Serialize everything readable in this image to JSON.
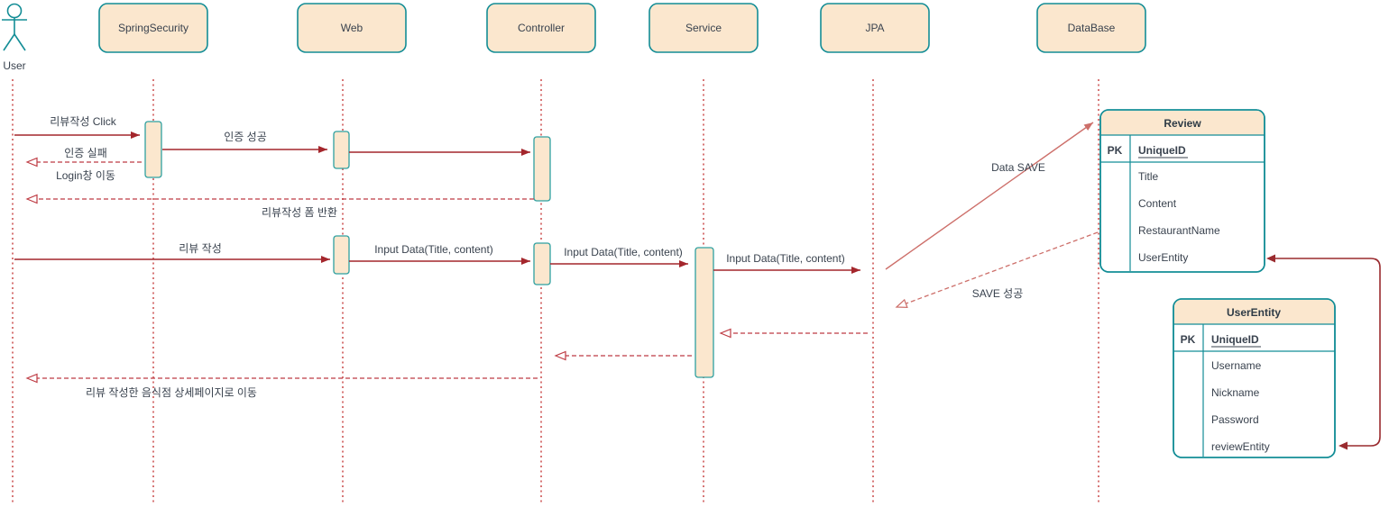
{
  "diagram": {
    "actor": {
      "label": "User"
    },
    "participants": [
      {
        "label": "SpringSecurity"
      },
      {
        "label": "Web"
      },
      {
        "label": "Controller"
      },
      {
        "label": "Service"
      },
      {
        "label": "JPA"
      },
      {
        "label": "DataBase"
      }
    ],
    "messages": {
      "review_click": "리뷰작성 Click",
      "auth_success": "인증 성공",
      "auth_fail": "인증 실패",
      "login_move": "Login창 이동",
      "form_return": "리뷰작성 폼 반환",
      "review_write": "리뷰 작성",
      "input_data": [
        "Input Data(Title, content)",
        "Input Data(Title, content)",
        "Input Data(Title, content)"
      ],
      "data_save": "Data SAVE",
      "save_success": "SAVE 성공",
      "detail_page_move": "리뷰 작성한 음식점 상세페이지로 이동"
    },
    "tables": {
      "review": {
        "title": "Review",
        "pk_label": "PK",
        "pk_field": "UniqueID",
        "fields": [
          "Title",
          "Content",
          "RestaurantName",
          "UserEntity"
        ]
      },
      "user_entity": {
        "title": "UserEntity",
        "pk_label": "PK",
        "pk_field": "UniqueID",
        "fields": [
          "Username",
          "Nickname",
          "Password",
          "reviewEntity"
        ]
      }
    },
    "colors": {
      "shape_fill": "#FBE7CE",
      "shape_stroke": "#138D96",
      "arrow_red": "#A4262C",
      "arrow_light_red": "#CD6F6A",
      "return_red": "#BE3B43",
      "lifeline_red": "#C63C3C",
      "relation_red": "#9A2B2F",
      "text": "#39424E"
    }
  }
}
